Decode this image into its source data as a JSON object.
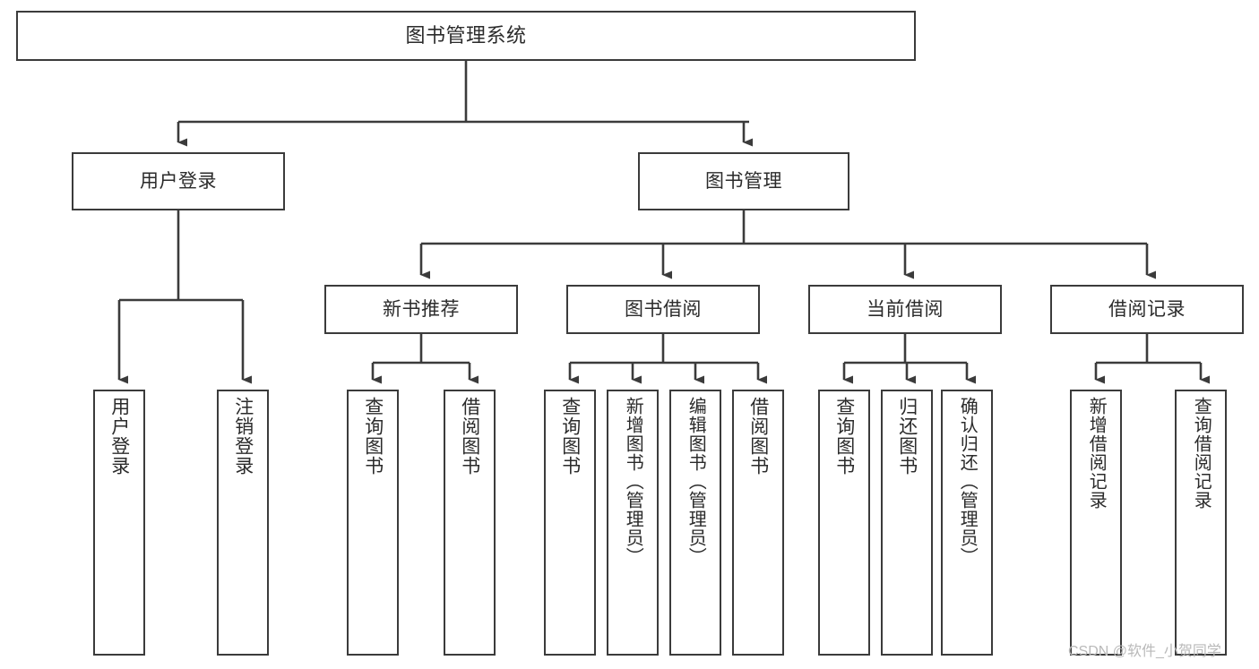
{
  "diagram": {
    "title": "图书管理系统",
    "type": "tree",
    "watermark": "CSDN @软件_小贺同学",
    "colors": {
      "box_border": "#3b3b3b",
      "box_fill": "#ffffff",
      "edge": "#3b3b3b",
      "text": "#2b2b2b",
      "watermark": "#b9b9b9",
      "background": "#ffffff"
    }
  },
  "nodes": {
    "root": {
      "label": "图书管理系统"
    },
    "level1": [
      {
        "id": "user-login",
        "label": "用户登录"
      },
      {
        "id": "book-management",
        "label": "图书管理"
      }
    ],
    "level2": [
      {
        "id": "new-book-recommend",
        "label": "新书推荐"
      },
      {
        "id": "book-borrow",
        "label": "图书借阅"
      },
      {
        "id": "current-borrow",
        "label": "当前借阅"
      },
      {
        "id": "borrow-record",
        "label": "借阅记录"
      }
    ],
    "leaves": {
      "user_login": [
        {
          "id": "leaf-user-login",
          "label": "用户登录"
        },
        {
          "id": "leaf-logout-login",
          "label": "注销登录"
        }
      ],
      "new_book_recommend": [
        {
          "id": "leaf-query-book-1",
          "label": "查询图书"
        },
        {
          "id": "leaf-borrow-book-1",
          "label": "借阅图书"
        }
      ],
      "book_borrow": [
        {
          "id": "leaf-query-book-2",
          "label": "查询图书"
        },
        {
          "id": "leaf-add-book",
          "label": "新增图书（管理员）"
        },
        {
          "id": "leaf-edit-book",
          "label": "编辑图书（管理员）"
        },
        {
          "id": "leaf-borrow-book-2",
          "label": "借阅图书"
        }
      ],
      "current_borrow": [
        {
          "id": "leaf-query-book-3",
          "label": "查询图书"
        },
        {
          "id": "leaf-return-book",
          "label": "归还图书"
        },
        {
          "id": "leaf-confirm-return",
          "label": "确认归还（管理员）"
        }
      ],
      "borrow_record": [
        {
          "id": "leaf-add-record",
          "label": "新增借阅记录"
        },
        {
          "id": "leaf-query-record",
          "label": "查询借阅记录"
        }
      ]
    }
  }
}
